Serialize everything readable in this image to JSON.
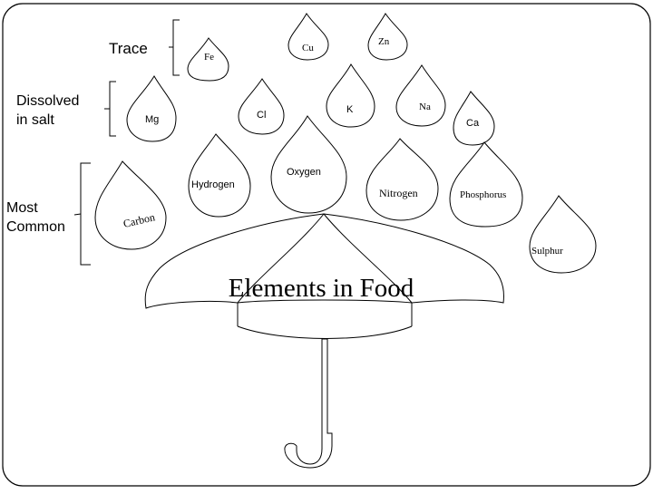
{
  "categories": {
    "trace": "Trace",
    "dissolved": [
      "Dissolved",
      "in salt"
    ],
    "common": [
      "Most",
      "Common"
    ]
  },
  "elements": {
    "fe": "Fe",
    "cu": "Cu",
    "zn": "Zn",
    "mg": "Mg",
    "cl": "Cl",
    "k": "K",
    "na": "Na",
    "ca": "Ca",
    "carbon": "Carbon",
    "hydrogen": "Hydrogen",
    "oxygen": "Oxygen",
    "nitrogen": "Nitrogen",
    "phosphorus": "Phosphorus",
    "sulphur": "Sulphur"
  },
  "umbrella": {
    "title": "Elements in Food"
  }
}
